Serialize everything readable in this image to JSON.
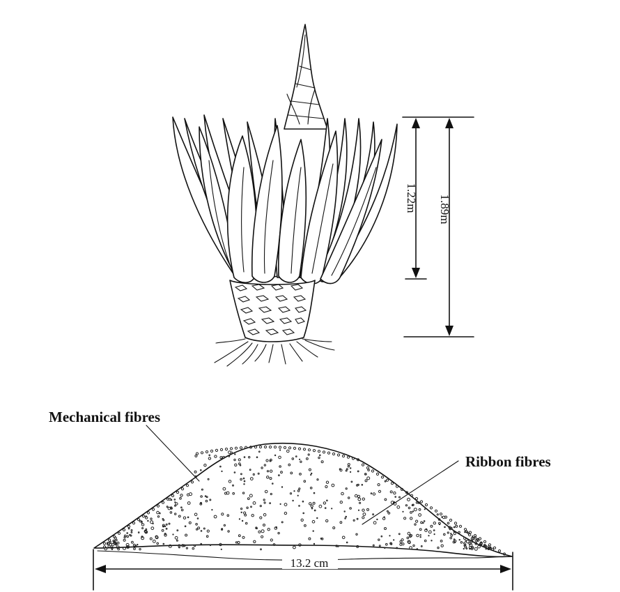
{
  "plant": {
    "dimension_inner": "1.22m",
    "dimension_outer": "1.89m"
  },
  "leaf_section": {
    "label_mechanical": "Mechanical fibres",
    "label_ribbon": "Ribbon fibres",
    "width_label": "13.2 cm"
  }
}
